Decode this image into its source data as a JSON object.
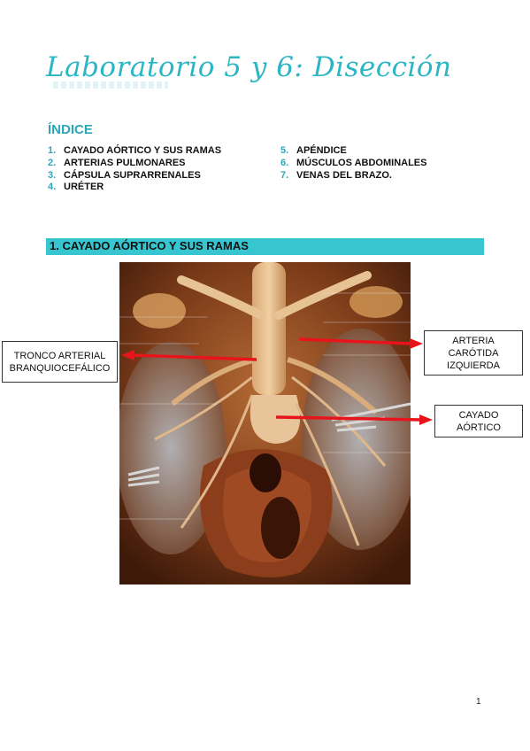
{
  "document": {
    "title": "Laboratorio 5 y 6: Disección",
    "index_heading": "ÍNDICE",
    "index_left": [
      {
        "num": "1.",
        "label": "CAYADO AÓRTICO Y SUS RAMAS"
      },
      {
        "num": "2.",
        "label": "ARTERIAS PULMONARES"
      },
      {
        "num": "3.",
        "label": "CÁPSULA SUPRARRENALES"
      },
      {
        "num": "4.",
        "label": "URÉTER"
      }
    ],
    "index_right": [
      {
        "num": "5.",
        "label": "APÉNDICE"
      },
      {
        "num": "6.",
        "label": "MÚSCULOS ABDOMINALES"
      },
      {
        "num": "7.",
        "label": "VENAS DEL BRAZO."
      }
    ],
    "section_title": "1. CAYADO AÓRTICO Y SUS RAMAS",
    "labels": {
      "tronco": "TRONCO ARTERIAL\nBRANQUIOCEFÁLICO",
      "carotida": "ARTERIA\nCARÓTIDA\nIZQUIERDA",
      "cayado": "CAYADO\nAÓRTICO"
    },
    "page_number": "1"
  },
  "colors": {
    "title": "#2bb6c4",
    "accent_bar": "#37c6cf",
    "arrow": "#e8141c"
  }
}
